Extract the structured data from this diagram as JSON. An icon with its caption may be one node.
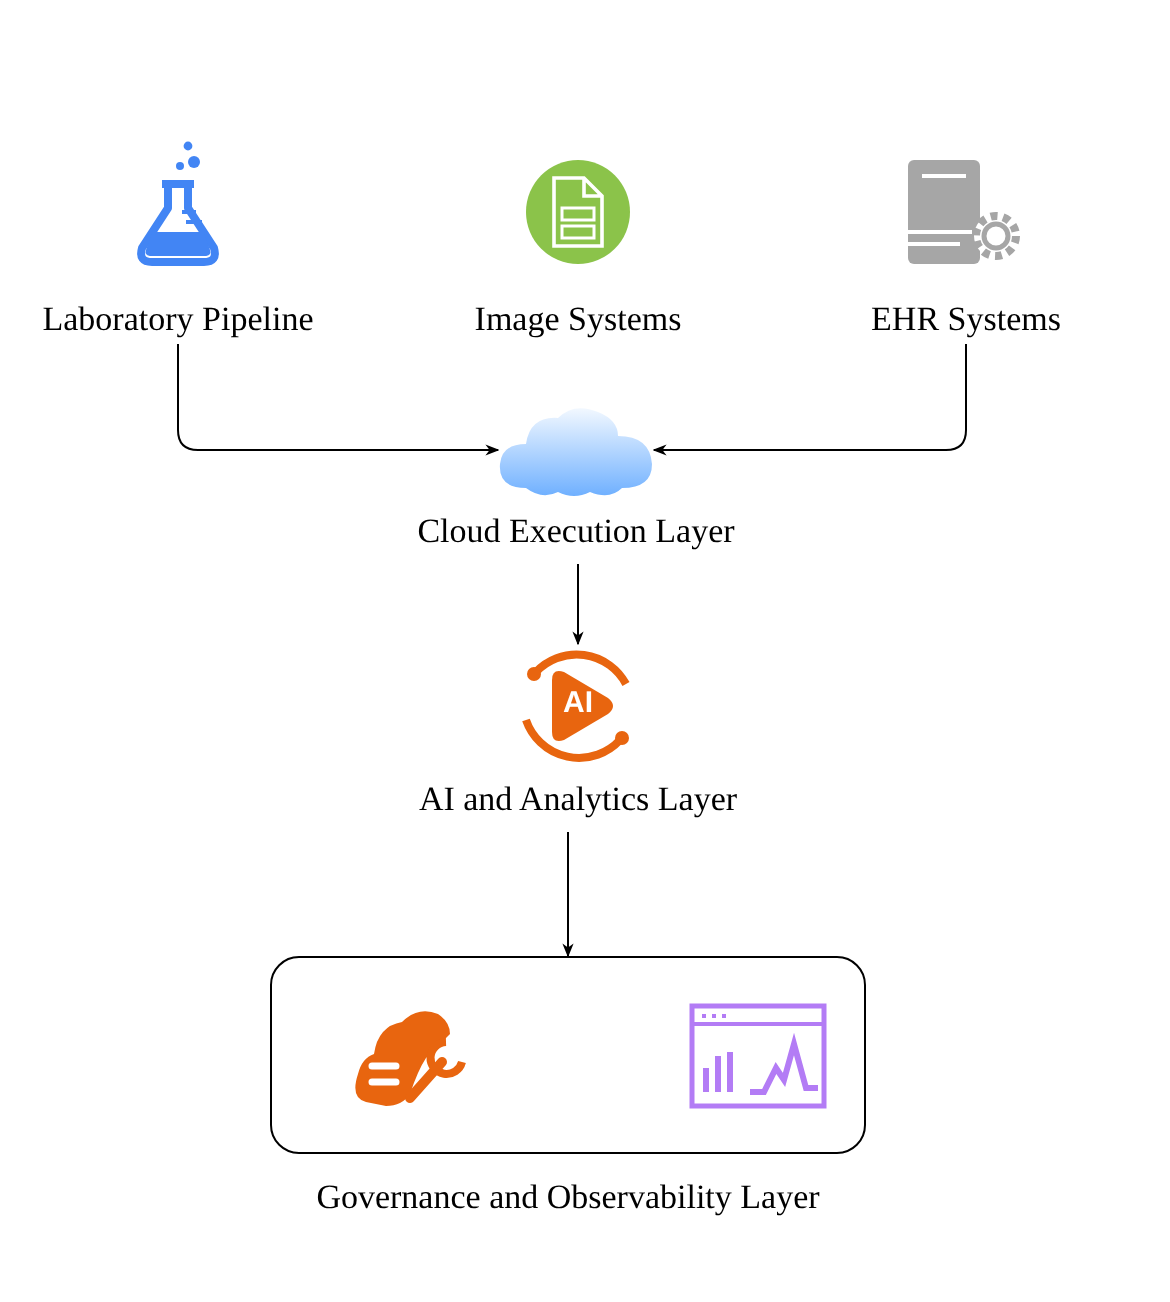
{
  "diagram": {
    "nodes": [
      {
        "text": [
          "Laboratory Pipeline"
        ]
      },
      {
        "text": [
          "Image Systems"
        ]
      },
      {
        "text": [
          "EHR Systems"
        ]
      },
      {
        "text": [
          "Cloud Execution Layer"
        ]
      },
      {
        "text": [
          "AI and Analytics Layer"
        ]
      },
      {
        "text": [
          "Governance and Observability Layer"
        ]
      }
    ],
    "edges": [
      {
        "from": 0,
        "to": 3,
        "arrow": "to"
      },
      {
        "from": 2,
        "to": 3,
        "arrow": "to"
      },
      {
        "from": 3,
        "to": 4,
        "arrow": "to"
      },
      {
        "from": 4,
        "to": 5,
        "arrow": "to"
      }
    ],
    "labels": [
      "AI"
    ]
  }
}
